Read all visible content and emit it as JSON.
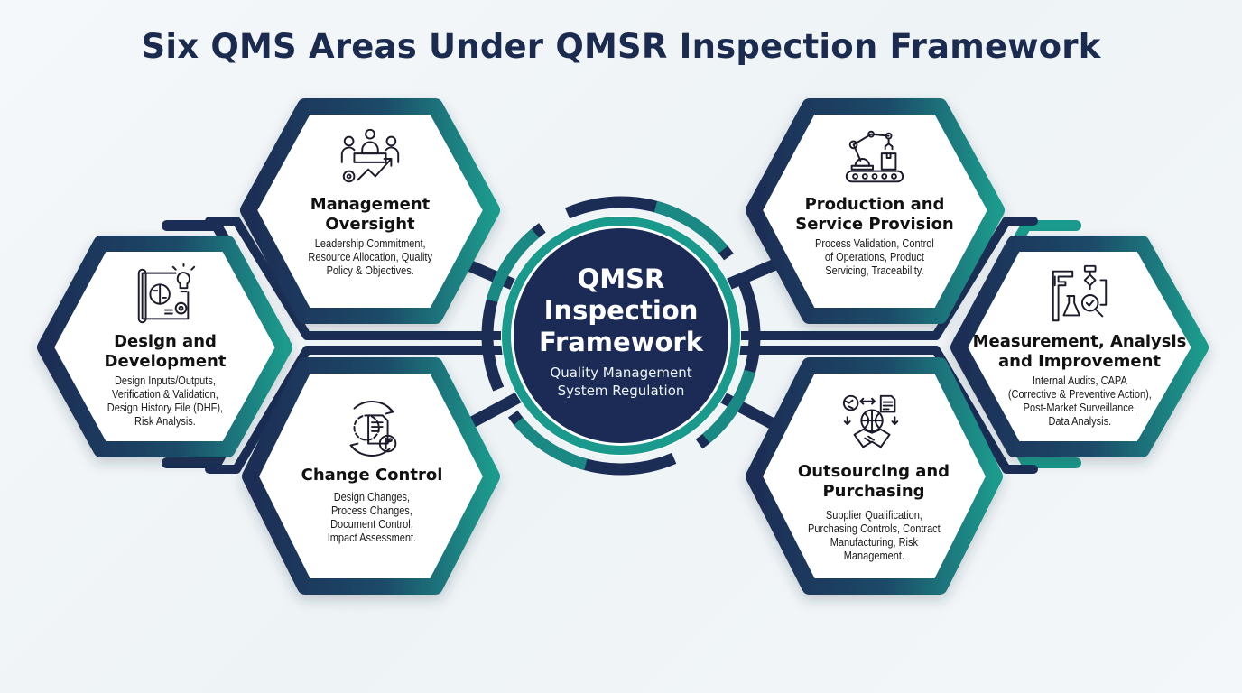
{
  "title": "Six QMS Areas Under QMSR Inspection Framework",
  "colors": {
    "navy": "#1b2d55",
    "teal": "#1a9a8c",
    "title": "#1b2b4f",
    "center_fill": "#1b2b55",
    "background": "#f2f6f8"
  },
  "center": {
    "title_line1": "QMSR",
    "title_line2": "Inspection",
    "title_line3": "Framework",
    "subtitle_line1": "Quality Management",
    "subtitle_line2": "System Regulation"
  },
  "areas": [
    {
      "id": "management-oversight",
      "icon": "meeting-growth-icon",
      "title_line1": "Management",
      "title_line2": "Oversight",
      "desc_lines": [
        "Leadership Commitment,",
        "Resource Allocation, Quality",
        "Policy & Objectives."
      ]
    },
    {
      "id": "design-development",
      "icon": "blueprint-brain-bulb-icon",
      "title_line1": "Design and",
      "title_line2": "Development",
      "desc_lines": [
        "Design Inputs/Outputs,",
        "Verification & Validation,",
        "Design History File (DHF),",
        "Risk Analysis."
      ]
    },
    {
      "id": "change-control",
      "icon": "gear-document-branch-icon",
      "title_line1": "Change Control",
      "title_line2": "",
      "desc_lines": [
        "Design Changes,",
        "Process Changes,",
        "Document Control,",
        "Impact Assessment."
      ]
    },
    {
      "id": "production-service",
      "icon": "robot-arm-conveyor-icon",
      "title_line1": "Production and",
      "title_line2": "Service Provision",
      "desc_lines": [
        "Process Validation, Control",
        "of Operations, Product",
        "Servicing, Traceability."
      ]
    },
    {
      "id": "measurement-analysis",
      "icon": "caliper-flask-magnifier-icon",
      "title_line1": "Measurement, Analysis",
      "title_line2": "and Improvement",
      "desc_lines": [
        "Internal Audits, CAPA",
        "(Corrective & Preventive Action),",
        "Post-Market Surveillance,",
        "Data Analysis."
      ]
    },
    {
      "id": "outsourcing-purchasing",
      "icon": "globe-handshake-icon",
      "title_line1": "Outsourcing and",
      "title_line2": "Purchasing",
      "desc_lines": [
        "Supplier Qualification,",
        "Purchasing Controls, Contract",
        "Manufacturing, Risk",
        "Management."
      ]
    }
  ]
}
